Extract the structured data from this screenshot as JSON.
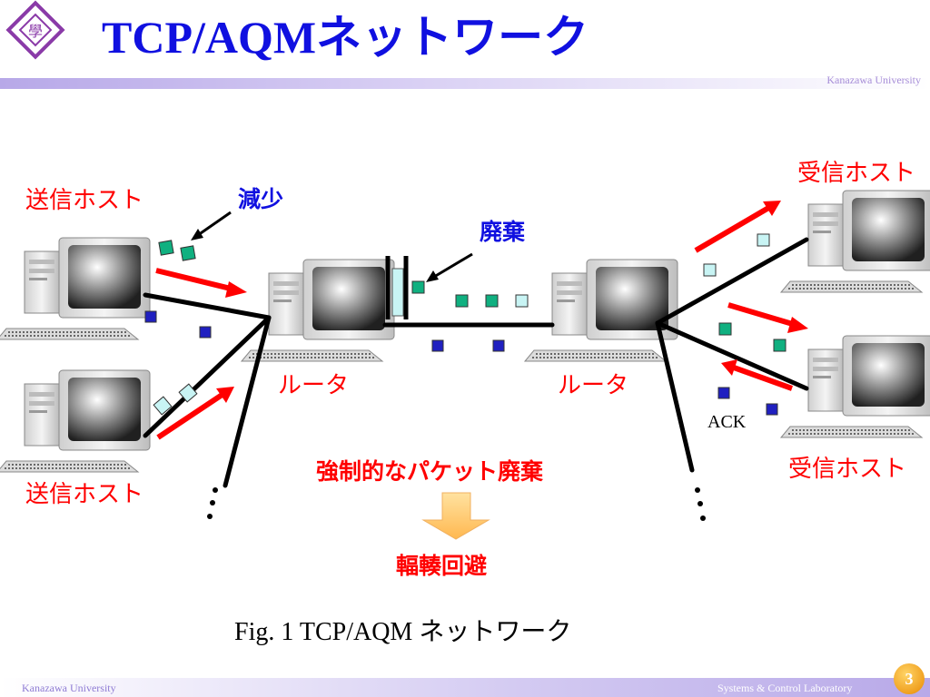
{
  "slide": {
    "title": "TCP/AQMネットワーク",
    "header_university": "Kanazawa University",
    "footer_left": "Kanazawa University",
    "footer_right": "Systems & Control Laboratory",
    "page_number": "3",
    "logo_icon": "university-emblem-icon"
  },
  "diagram": {
    "sender_top_label": "送信ホスト",
    "sender_bottom_label": "送信ホスト",
    "receiver_top_label": "受信ホスト",
    "receiver_bottom_label": "受信ホスト",
    "decrease_label": "減少",
    "drop_label": "廃棄",
    "router_left_label": "ルータ",
    "router_right_label": "ルータ",
    "ack_label": "ACK",
    "forced_drop_label": "強制的なパケット廃棄",
    "avoid_label": "輻輳回避",
    "caption": "Fig. 1  TCP/AQM ネットワーク"
  },
  "colors": {
    "title": "#1010e0",
    "flow_arrow": "#ff0000",
    "packet_green": "#10b080",
    "packet_cyan": "#c8f4f4",
    "packet_blue": "#2020c0",
    "down_arrow": "#ffc060"
  }
}
